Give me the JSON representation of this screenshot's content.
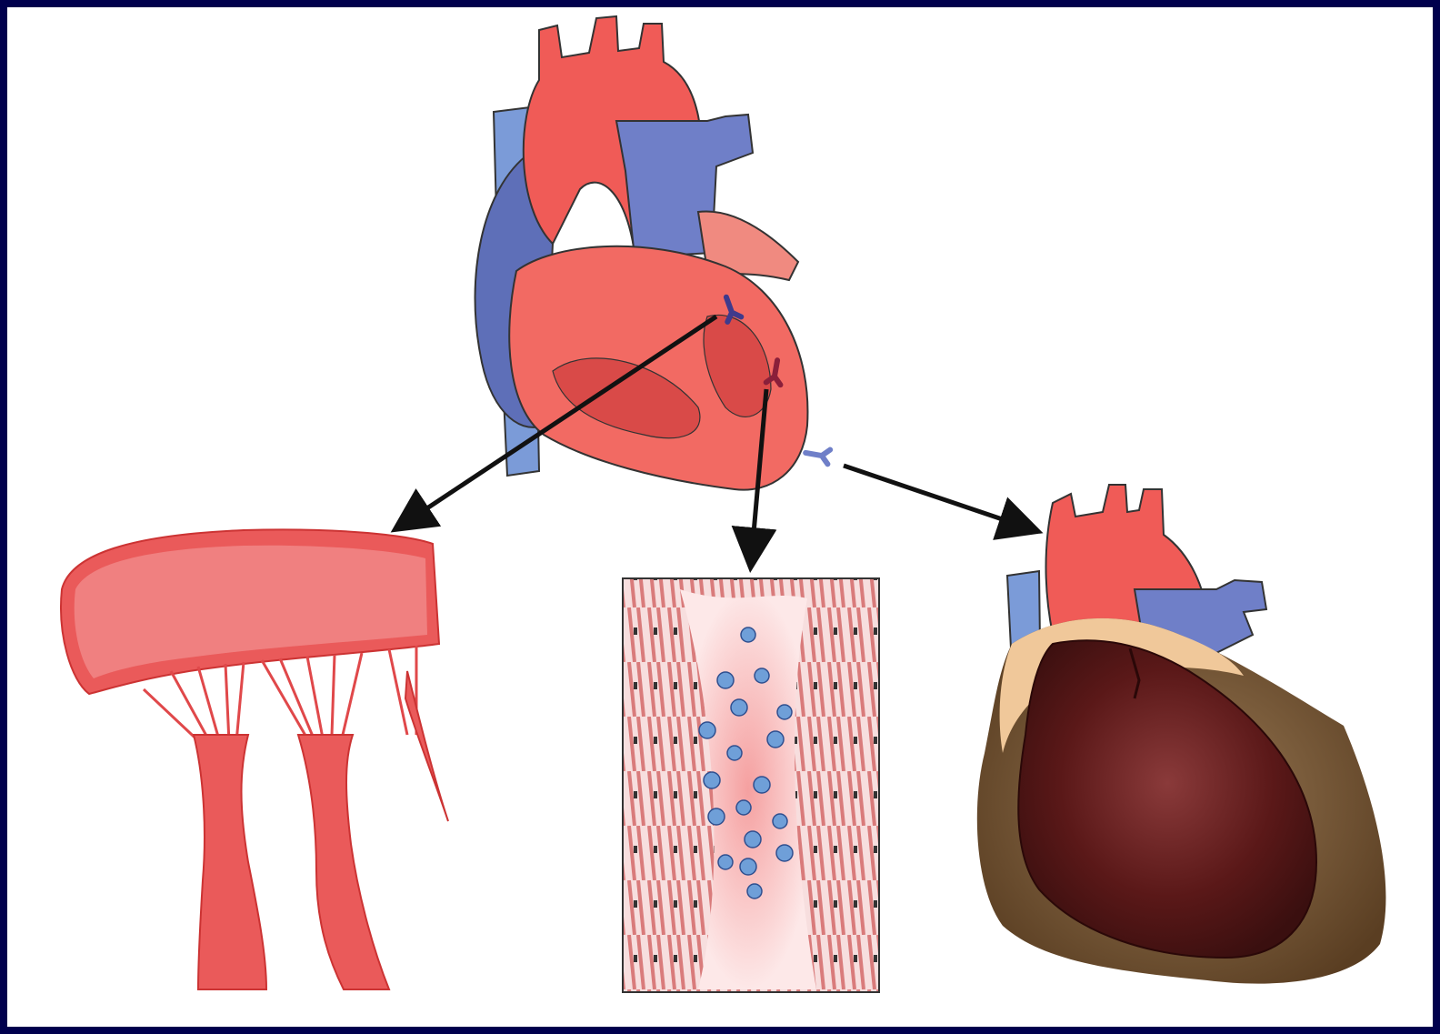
{
  "slide": {
    "background_color": "#00004d",
    "panel_color": "#ffffff"
  },
  "diagram": {
    "central_heart": {
      "icon": "heart-anatomy-icon",
      "colors": {
        "myocardium": "#f26a63",
        "aorta": "#f05b57",
        "veins": "#6f7fc8",
        "outline": "#333333"
      }
    },
    "markers": [
      {
        "icon": "antibody-marker-icon",
        "color": "#3f3a8c",
        "target": "valve-leaflet"
      },
      {
        "icon": "antibody-marker-icon",
        "color": "#8a1f3a",
        "target": "myocardium-section"
      },
      {
        "icon": "antibody-marker-icon",
        "color": "#6f7fc8",
        "target": "pericardium-heart"
      }
    ],
    "arrows": [
      {
        "icon": "arrow-icon",
        "from": "marker-1",
        "to": "valve-leaflet"
      },
      {
        "icon": "arrow-icon",
        "from": "marker-2",
        "to": "myocardium-section"
      },
      {
        "icon": "arrow-icon",
        "from": "marker-3",
        "to": "pericardium-heart"
      }
    ],
    "panels": [
      {
        "icon": "valve-leaflet-chordae-icon",
        "color": "#ea5a5a"
      },
      {
        "icon": "myocardium-inflammation-icon",
        "color": "#d98080",
        "cell_color": "#6f9fd8"
      },
      {
        "icon": "pericardium-heart-icon",
        "colors": {
          "heart": "#6b1c1c",
          "sac": "#7a5a3a",
          "vessels": "#6f7fc8"
        }
      }
    ]
  }
}
